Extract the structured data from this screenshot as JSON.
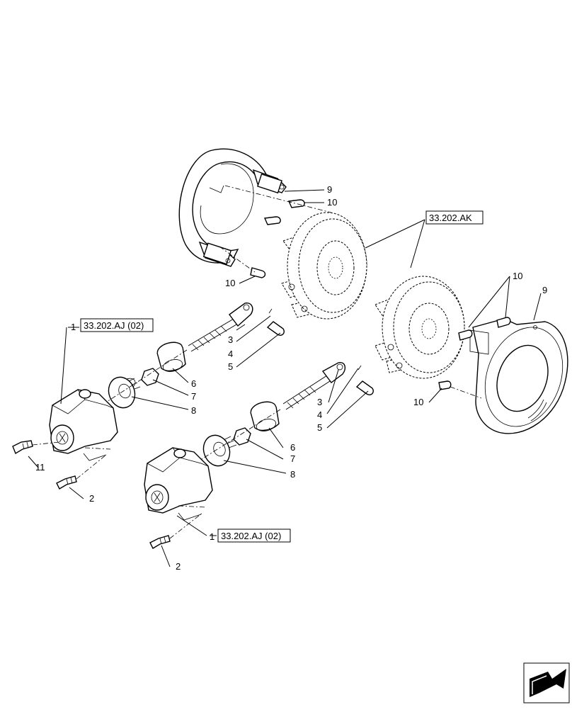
{
  "callouts": {
    "c1a": "1",
    "c2a": "2",
    "c11": "11",
    "c3a": "3",
    "c4a": "4",
    "c5a": "5",
    "c6a": "6",
    "c7a": "7",
    "c8a": "8",
    "c1b": "1",
    "c2b": "2",
    "c3b": "3",
    "c4b": "4",
    "c5b": "5",
    "c6b": "6",
    "c7b": "7",
    "c8b": "8",
    "c9a": "9",
    "c10a": "10",
    "c10b": "10",
    "c9b": "9",
    "c10c": "10",
    "c10d": "10"
  },
  "references": {
    "ref_aj_top": "33.202.AJ (02)",
    "ref_aj_bottom": "33.202.AJ (02)",
    "ref_ak": "33.202.AK"
  },
  "icons": {
    "nav": "arrow-next-page-icon"
  }
}
